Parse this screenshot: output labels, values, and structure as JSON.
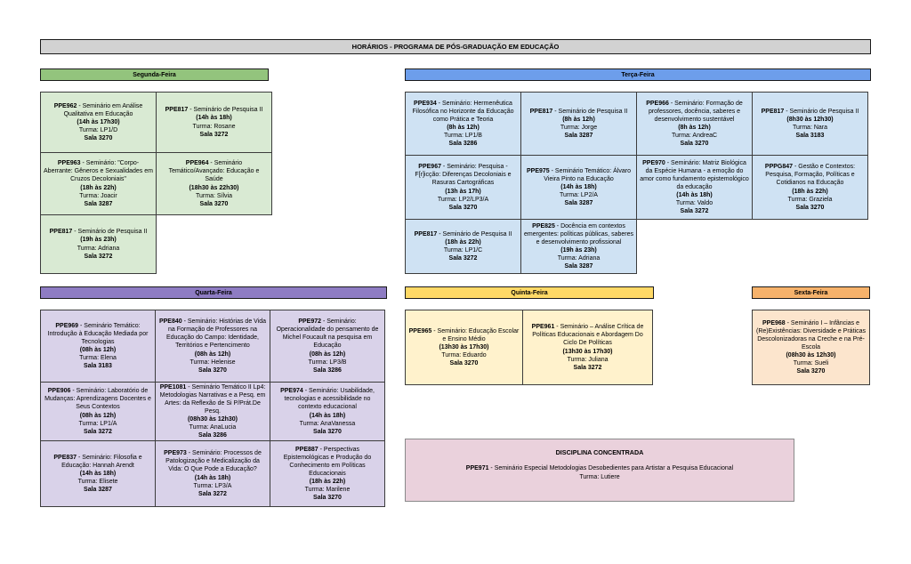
{
  "title": "HORÁRIOS - PROGRAMA DE PÓS-GRADUAÇÃO EM EDUCAÇÃO",
  "colors": {
    "title_bg": "#d2d2d2",
    "monday_header": "#93c47d",
    "monday_cell": "#d9ead3",
    "tuesday_header": "#6d9eeb",
    "tuesday_cell": "#cfe2f3",
    "wednesday_header": "#8e7cc3",
    "wednesday_cell": "#d9d2e9",
    "thursday_header": "#ffd966",
    "thursday_cell": "#fff2cc",
    "friday_header": "#f6b26b",
    "friday_cell": "#fce5cd",
    "concentrada_bg": "#ead1dc"
  },
  "days": {
    "monday": {
      "label": "Segunda-Feira",
      "rows": [
        [
          {
            "code": "PPE962",
            "title": " - Seminário em Análise Qualitativa em Educação",
            "time": "(14h às 17h30)",
            "turma": "Turma: LP1/D",
            "sala": "Sala 3270"
          },
          {
            "code": "PPE817",
            "title": " - Seminário de Pesquisa II",
            "time": "(14h às 18h)",
            "turma": "Turma: Rosane",
            "sala": "Sala 3272"
          }
        ],
        [
          {
            "code": "PPE963",
            "title": " - Seminário: \"Corpo-Aberrante: Gêneros e Sexualidades em Cruzos Decoloniais\"",
            "time": "(18h às 22h)",
            "turma": "Turma: Joacir",
            "sala": "Sala 3287"
          },
          {
            "code": "PPE964",
            "title": " - Seminário Temático/Avançado: Educação e Saúde",
            "time": "(18h30 às 22h30)",
            "turma": "Turma: Sílvia",
            "sala": "Sala 3270"
          }
        ],
        [
          {
            "code": "PPE817",
            "title": " - Seminário de Pesquisa II",
            "time": "(19h às 23h)",
            "turma": "Turma: Adriana",
            "sala": "Sala 3272"
          }
        ]
      ]
    },
    "tuesday": {
      "label": "Terça-Feira",
      "rows": [
        [
          {
            "code": "PPE934",
            "title": " - Seminário: Hermenêutica Filosófica no Horizonte da Educação como Prática e Teoria",
            "time": "(8h às 12h)",
            "turma": "Turma: LP1/B",
            "sala": "Sala 3286"
          },
          {
            "code": "PPE817",
            "title": " - Seminário de Pesquisa II",
            "time": "(8h às 12h)",
            "turma": "Turma: Jorge",
            "sala": "Sala 3287"
          },
          {
            "code": "PPE966",
            "title": " - Seminário: Formação de professores, docência, saberes e desenvolvimento sustentável",
            "time": "(8h às 12h)",
            "turma": "Turma: AndreaC",
            "sala": "Sala 3270"
          },
          {
            "code": "PPE817",
            "title": " - Seminário de Pesquisa II",
            "time": "(8h30 às 12h30)",
            "turma": "Turma: Nara",
            "sala": "Sala 3183"
          }
        ],
        [
          {
            "code": "PPE967",
            "title": " - Seminário: Pesquisa - F[r]icção: Diferenças Decoloniais e Rasuras Cartográficas",
            "time": "(13h às 17h)",
            "turma": "Turma: LP2/LP3/A",
            "sala": "Sala 3270"
          },
          {
            "code": "PPE975",
            "title": " - Seminário Temático: Álvaro Vieira Pinto na Educação",
            "time": "(14h às 18h)",
            "turma": "Turma: LP2/A",
            "sala": "Sala 3287"
          },
          {
            "code": "PPE970",
            "title": " - Seminário: Matriz Biológica da Espécie Humana - a emoção do amor como fundamento epistemológico da educação",
            "time": "(14h às 18h)",
            "turma": "Turma: Valdo",
            "sala": "Sala 3272"
          },
          {
            "code": "PPPG847",
            "title": " - Gestão e Contextos: Pesquisa, Formação, Políticas e Cotidianos na Educação",
            "time": "(18h às 22h)",
            "turma": "Turma: Graziela",
            "sala": "Sala 3270"
          }
        ],
        [
          {
            "code": "PPE817",
            "title": " - Seminário de Pesquisa II",
            "time": "(18h às 22h)",
            "turma": "Turma: LP1/C",
            "sala": "Sala 3272"
          },
          {
            "code": "PPE825",
            "title": " - Docência em contextos emergentes: políticas públicas, saberes e desenvolvimento profissional",
            "time": "(19h às 23h)",
            "turma": "Turma: Adriana",
            "sala": "Sala 3287"
          }
        ]
      ]
    },
    "wednesday": {
      "label": "Quarta-Feira",
      "rows": [
        [
          {
            "code": "PPE969",
            "title": " - Seminário Temático: Introdução à Educação Mediada por Tecnologias",
            "time": "(08h às 12h)",
            "turma": "Turma: Elena",
            "sala": "Sala 3183"
          },
          {
            "code": "PPE840",
            "title": " - Seminário: Histórias de Vida na Formação de Professores na Educação do Campo: Identidade, Territórios e Pertencimento",
            "time": "(08h às 12h)",
            "turma": "Turma: Helenise",
            "sala": "Sala 3270"
          },
          {
            "code": "PPE972",
            "title": " - Seminário: Operacionalidade do pensamento de Michel Foucault na pesquisa em Educação",
            "time": "(08h às 12h)",
            "turma": "Turma: LP3/B",
            "sala": "Sala 3286"
          }
        ],
        [
          {
            "code": "PPE906",
            "title": " - Seminário: Laboratório de Mudanças: Aprendizagens Docentes e Seus Contextos",
            "time": "(08h às 12h)",
            "turma": "Turma: LP1/A",
            "sala": "Sala 3272"
          },
          {
            "code": "PPE1081",
            "title": " - Seminário Temático II Lp4: Metodologias Narrativas e a Pesq. em Artes: da Reflexão de Si P/Prát.De Pesq.",
            "time": "(08h30 às 12h30)",
            "turma": "Turma: AnaLucia",
            "sala": "Sala 3286"
          },
          {
            "code": "PPE974",
            "title": " - Seminário: Usabilidade, tecnologias e acessibilidade no contexto educacional",
            "time": "(14h às 18h)",
            "turma": "Turma: AnaVanessa",
            "sala": "Sala 3270"
          }
        ],
        [
          {
            "code": "PPE837",
            "title": " - Seminário: Filosofia e Educação: Hannah Arendt",
            "time": "(14h às 18h)",
            "turma": "Turma: Elisete",
            "sala": "Sala 3287"
          },
          {
            "code": "PPE973",
            "title": " - Seminário: Processos de Patologização e Medicalização da Vida: O Que Pode a Educação?",
            "time": "(14h às 18h)",
            "turma": "Turma: LP3/A",
            "sala": "Sala 3272"
          },
          {
            "code": "PPE887",
            "title": " - Perspectivas Epistemológicas e Produção do Conhecimento em Políticas Educacionais",
            "time": "(18h às 22h)",
            "turma": "Turma: Marilene",
            "sala": "Sala 3270"
          }
        ]
      ]
    },
    "thursday": {
      "label": "Quinta-Feira",
      "rows": [
        [
          {
            "code": "PPE965",
            "title": " - Seminário: Educação Escolar e Ensino Médio",
            "time": "(13h30 às 17h30)",
            "turma": "Turma: Eduardo",
            "sala": "Sala 3270"
          },
          {
            "code": "PPE961",
            "title": " - Seminário – Análise Crítica de Políticas Educacionais e Abordagem Do Ciclo De Políticas",
            "time": "(13h30 às 17h30)",
            "turma": "Turma: Juliana",
            "sala": "Sala 3272"
          }
        ]
      ]
    },
    "friday": {
      "label": "Sexta-Feira",
      "rows": [
        [
          {
            "code": "PPE968",
            "title": " - Seminário I – Infâncias e (Re)Existências: Diversidade e Práticas Descolonizadoras na Creche e na Pré-Escola",
            "time": "(08h30 às 12h30)",
            "turma": "Turma: Sueli",
            "sala": "Sala 3270"
          }
        ]
      ]
    }
  },
  "concentrada": {
    "title": "DISCIPLINA CONCENTRADA",
    "code": "PPE971",
    "desc": " - Seminário Especial Metodologias Desobedientes para Artistar a Pesquisa Educacional",
    "turma": "Turma: Lutiere"
  }
}
